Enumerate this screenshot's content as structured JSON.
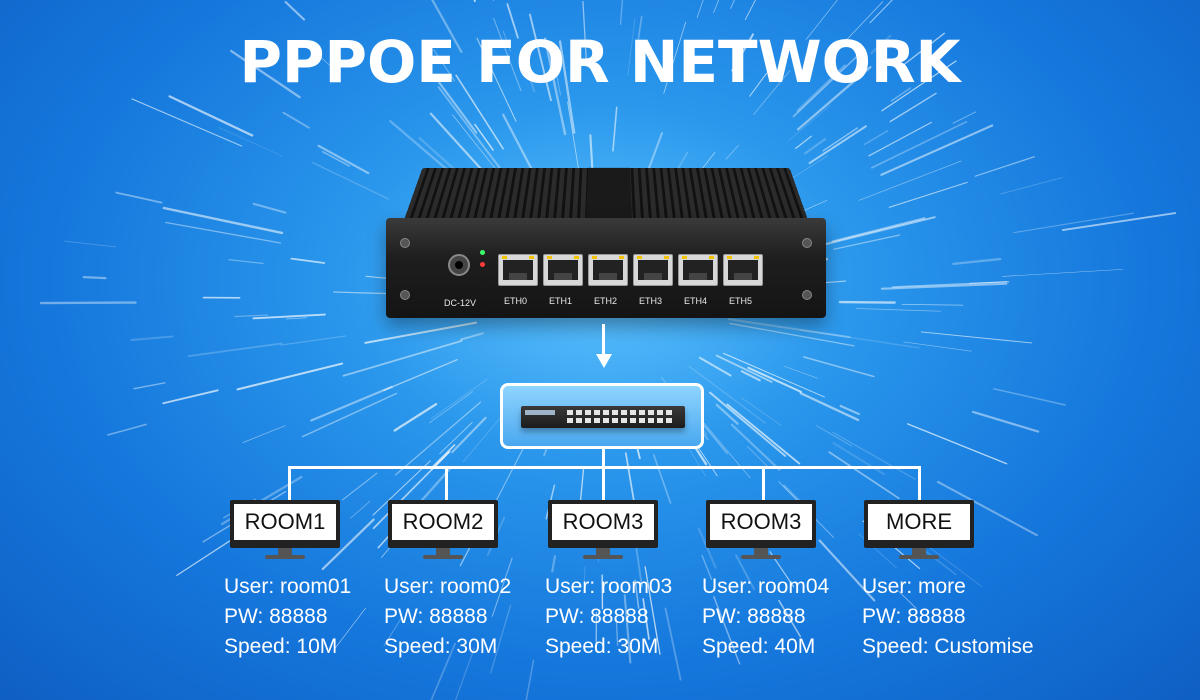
{
  "title": "PPPOE FOR NETWORK",
  "colors": {
    "background_center": "#5fc4ff",
    "background_edge": "#0f5fc4",
    "line": "#ffffff"
  },
  "device": {
    "power_label": "DC-12V",
    "ports": [
      "ETH0",
      "ETH1",
      "ETH2",
      "ETH3",
      "ETH4",
      "ETH5"
    ]
  },
  "rooms": [
    {
      "name": "ROOM1",
      "user": "User: room01",
      "pw": "PW: 88888",
      "speed": "Speed: 10M"
    },
    {
      "name": "ROOM2",
      "user": "User: room02",
      "pw": "PW: 88888",
      "speed": "Speed: 30M"
    },
    {
      "name": "ROOM3",
      "user": "User: room03",
      "pw": "PW: 88888",
      "speed": "Speed: 30M"
    },
    {
      "name": "ROOM3",
      "user": "User: room04",
      "pw": "PW: 88888",
      "speed": "Speed: 40M"
    },
    {
      "name": "MORE",
      "user": "User: more",
      "pw": "PW: 88888",
      "speed": "Speed:  Customise"
    }
  ]
}
